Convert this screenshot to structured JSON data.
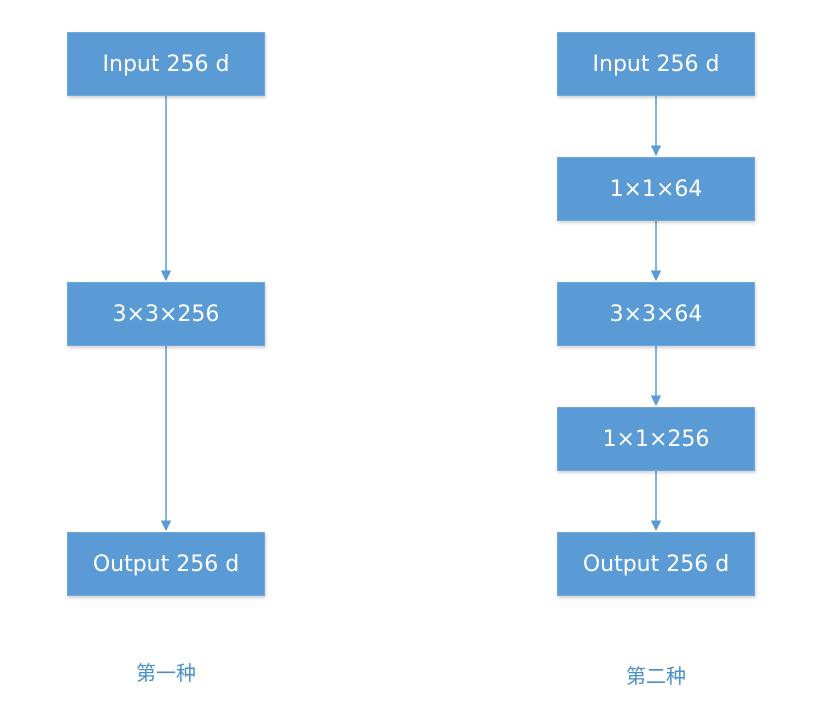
{
  "colors": {
    "box_fill": "#5b9bd5",
    "box_text": "#ffffff",
    "arrow": "#5b9bd5",
    "caption": "#4a90c8"
  },
  "left": {
    "input": "Input 256 d",
    "conv": "3×3×256",
    "output": "Output 256 d",
    "caption": "第一种"
  },
  "right": {
    "input": "Input 256 d",
    "conv1": "1×1×64",
    "conv2": "3×3×64",
    "conv3": "1×1×256",
    "output": "Output 256 d",
    "caption": "第二种"
  }
}
